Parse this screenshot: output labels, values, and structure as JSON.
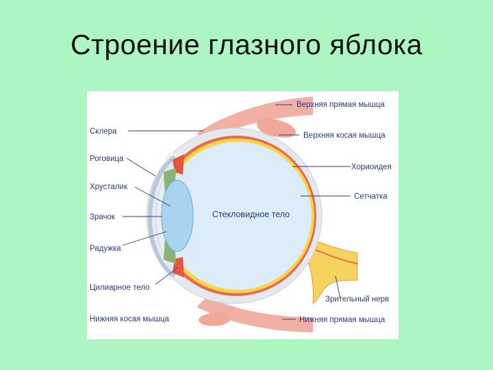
{
  "slide": {
    "title": "Строение глазного яблока"
  },
  "diagram": {
    "left_labels": {
      "sclera": "Склера",
      "cornea": "Роговица",
      "lens": "Хрусталик",
      "pupil": "Зрачок",
      "iris": "Радужка",
      "ciliary_body": "Цилиарное тело",
      "inferior_oblique": "Нижняя косая мышца"
    },
    "right_labels": {
      "superior_rectus": "Верхняя прямая мышца",
      "superior_oblique": "Верхняя косая мышца",
      "choroid": "Хориоидея",
      "retina": "Сетчатка",
      "optic_nerve": "Зрительный нерв",
      "inferior_rectus": "Нижняя прямая мышца"
    },
    "center_label": "Стекловидное тело",
    "colors": {
      "background": "#aef5c4",
      "vitreous": "#dcecf8",
      "sclera": "#e4e9ef",
      "choroid": "#ea6b4a",
      "retina": "#f7d44a",
      "muscle": "#f1b0a3",
      "lens": "#a9d3ef",
      "iris": "#8cb27a",
      "label_text": "#2a3b7a"
    }
  }
}
